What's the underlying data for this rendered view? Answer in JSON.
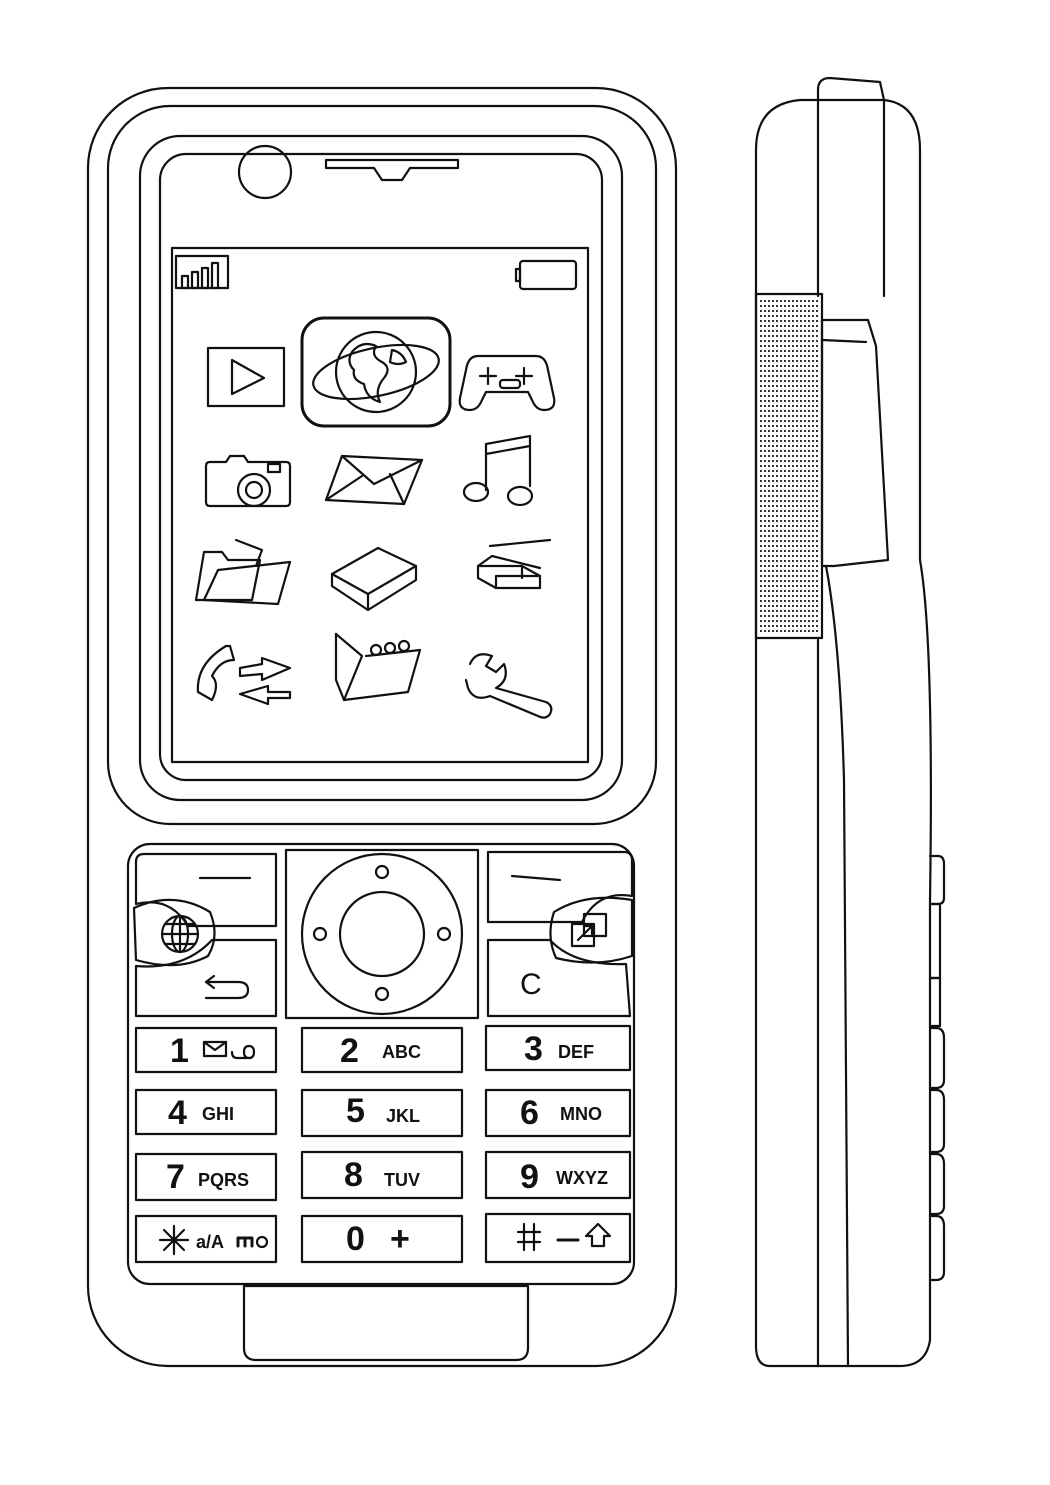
{
  "keypad": {
    "keys": [
      {
        "digit": "1",
        "letters": "",
        "extra_icon": "mail-voicemail-icon"
      },
      {
        "digit": "2",
        "letters": "ABC"
      },
      {
        "digit": "3",
        "letters": "DEF"
      },
      {
        "digit": "4",
        "letters": "GHI"
      },
      {
        "digit": "5",
        "letters": "JKL"
      },
      {
        "digit": "6",
        "letters": "MNO"
      },
      {
        "digit": "7",
        "letters": "PQRS"
      },
      {
        "digit": "8",
        "letters": "TUV"
      },
      {
        "digit": "9",
        "letters": "WXYZ"
      },
      {
        "digit": "✳",
        "letters": "a/A",
        "extra_icon": "key-lock-icon"
      },
      {
        "digit": "0",
        "letters": "+"
      },
      {
        "digit": "#",
        "letters": "",
        "extra_icon": "space-shift-icon"
      }
    ],
    "clear_label": "C"
  },
  "screen": {
    "status_icons": [
      "signal-strength-icon",
      "battery-icon"
    ],
    "menu_icons": [
      "video-player-icon",
      "internet-globe-icon",
      "games-gamepad-icon",
      "camera-icon",
      "messaging-envelope-icon",
      "music-note-icon",
      "file-manager-folder-icon",
      "organizer-book-icon",
      "connectivity-icon",
      "calls-phone-icon",
      "notes-notepad-icon",
      "settings-wrench-icon"
    ],
    "selected_icon": "internet-globe-icon"
  },
  "colors": {
    "line": "#111111",
    "background": "#ffffff"
  }
}
